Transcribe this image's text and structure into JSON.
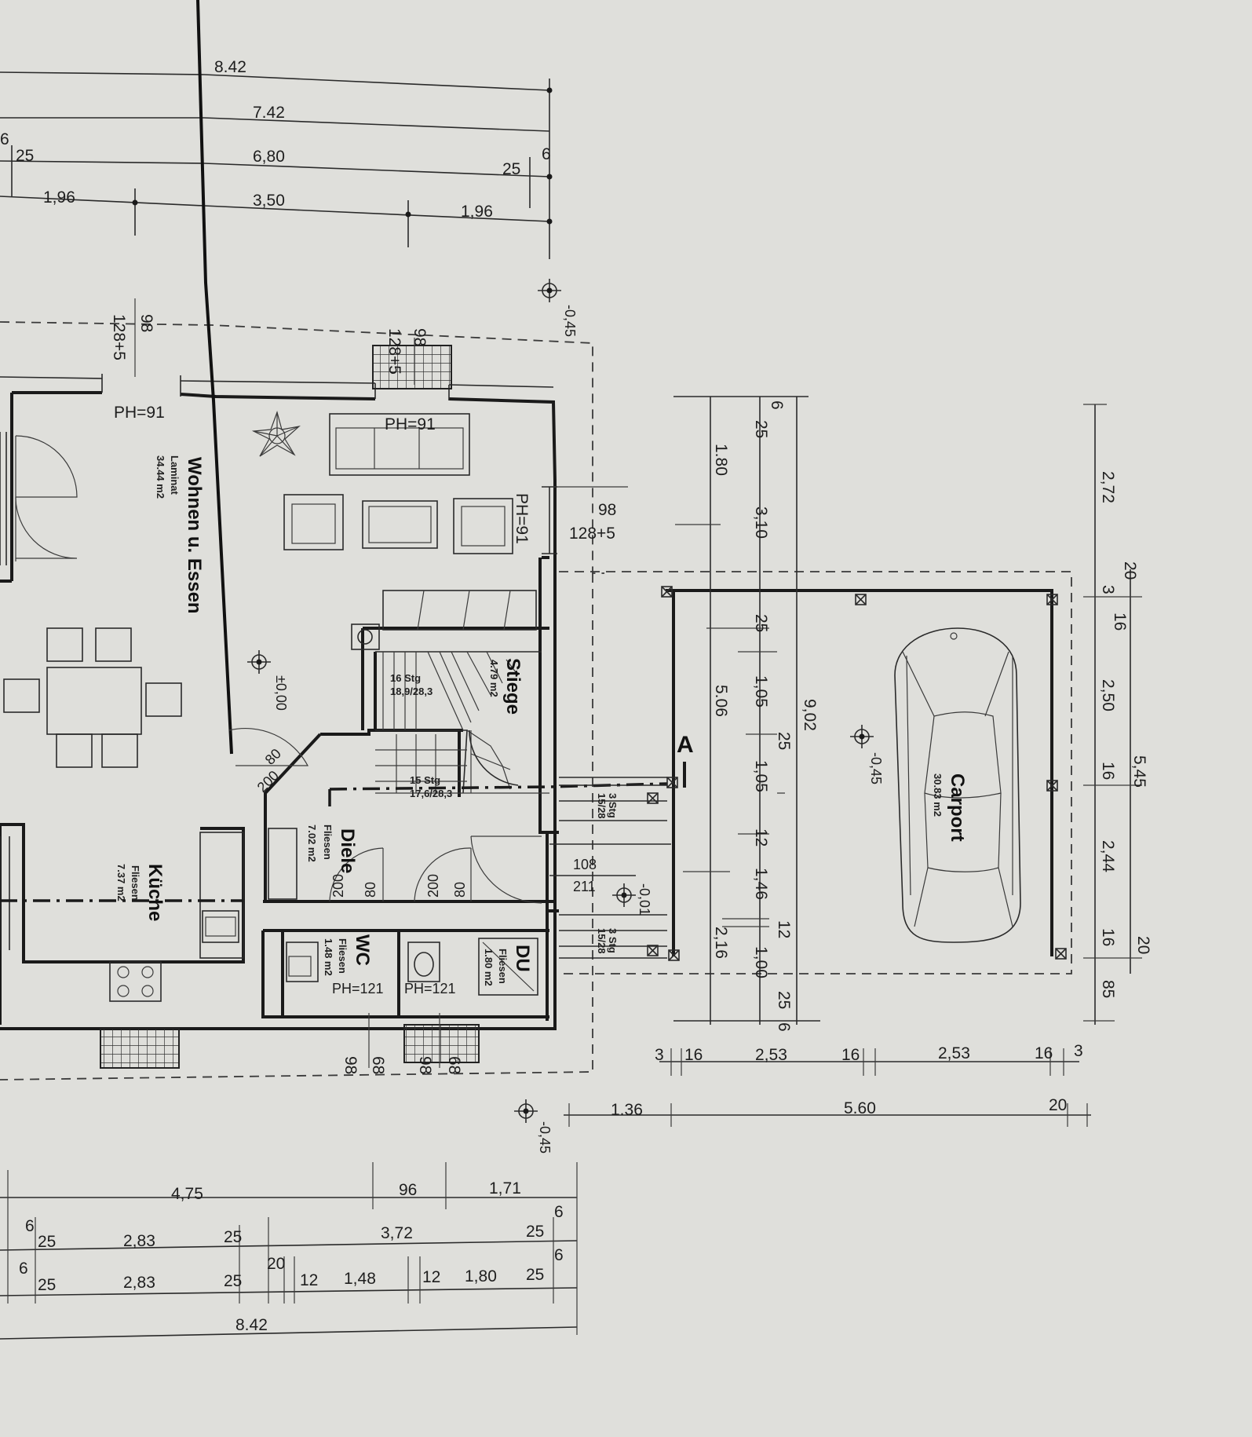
{
  "colors": {
    "paper": "#dfdfdb",
    "ink": "#1a1a1a",
    "grid": "#333333"
  },
  "rooms": {
    "wohnen": {
      "name": "Wohnen u. Essen",
      "floor": "Laminat",
      "area": "34.44 m2"
    },
    "kueche": {
      "name": "Küche",
      "floor": "Fliesen",
      "area": "7.37 m2"
    },
    "stiege": {
      "name": "Stiege",
      "area": "4.79 m2"
    },
    "diele": {
      "name": "Diele",
      "floor": "Fliesen",
      "area": "7.02 m2"
    },
    "wc": {
      "name": "WC",
      "floor": "Fliesen",
      "area": "1.48 m2"
    },
    "du": {
      "name": "DU",
      "floor": "Fliesen",
      "area": "1.80 m2"
    },
    "carport": {
      "name": "Carport",
      "area": "30.83 m2"
    }
  },
  "stairs": {
    "upper": "16 Stg",
    "upper_ratio": "18,9/28,3",
    "lower": "15 Stg",
    "lower_ratio": "17,6/28,3",
    "step_a": "3 Stg",
    "step_a_ratio": "15/28",
    "step_b": "3 Stg",
    "step_b_ratio": "15/28"
  },
  "windows": {
    "ph91": "PH=91",
    "ph121": "PH=121",
    "h98": "98",
    "h128": "128+5",
    "h68": "68"
  },
  "doors": {
    "d80": "80",
    "d200": "200",
    "d108": "108",
    "d211": "211"
  },
  "levels": {
    "l_neg045": "-0,45",
    "l_000": "±0,00",
    "l_neg001": "-0,01"
  },
  "section": {
    "label": "A"
  },
  "dims": {
    "top_r1": "8.42",
    "top_r2": "7.42",
    "top_r3": "6,80",
    "top_r4": "3,50",
    "top_25a": "25",
    "top_25b": "25",
    "top_6a": "6",
    "top_6b": "6",
    "top_196a": "1,96",
    "top_196b": "1,96",
    "v_6": "6",
    "v_180": "1.80",
    "v_25a": "25",
    "v_310": "3,10",
    "v_25b": "25",
    "v_506": "5.06",
    "v_105a": "1,05",
    "v_25c": "25",
    "v_902": "9,02",
    "v_105b": "1,05",
    "v_12a": "12",
    "v_146": "1,46",
    "v_216": "2,16",
    "v_12b": "12",
    "v_100": "1,00",
    "v_25d": "25",
    "v_6b": "6",
    "r_272": "2,72",
    "r_20a": "20",
    "r_3": "3",
    "r_16a": "16",
    "r_250": "2,50",
    "r_545": "5,45",
    "r_16b": "16",
    "r_244": "2,44",
    "r_16c": "16",
    "r_20b": "20",
    "r_85": "85",
    "c_3a": "3",
    "c_16a": "16",
    "c_253a": "2,53",
    "c_16b": "16",
    "c_253b": "2,53",
    "c_16c": "16",
    "c_3b": "3",
    "c_136": "1.36",
    "c_560": "5.60",
    "c_20": "20",
    "b_475": "4,75",
    "b_96": "96",
    "b_171": "1,71",
    "b_6a": "6",
    "b_25a": "25",
    "b_283a": "2,83",
    "b_25b": "25",
    "b_372": "3,72",
    "b_25c": "25",
    "b_6b": "6",
    "b_6c": "6",
    "b_25d": "25",
    "b_283b": "2,83",
    "b_25e": "25",
    "b_20": "20",
    "b_12a": "12",
    "b_148": "1,48",
    "b_12b": "12",
    "b_180": "1,80",
    "b_25f": "25",
    "b_6d": "6",
    "b_842": "8.42"
  }
}
